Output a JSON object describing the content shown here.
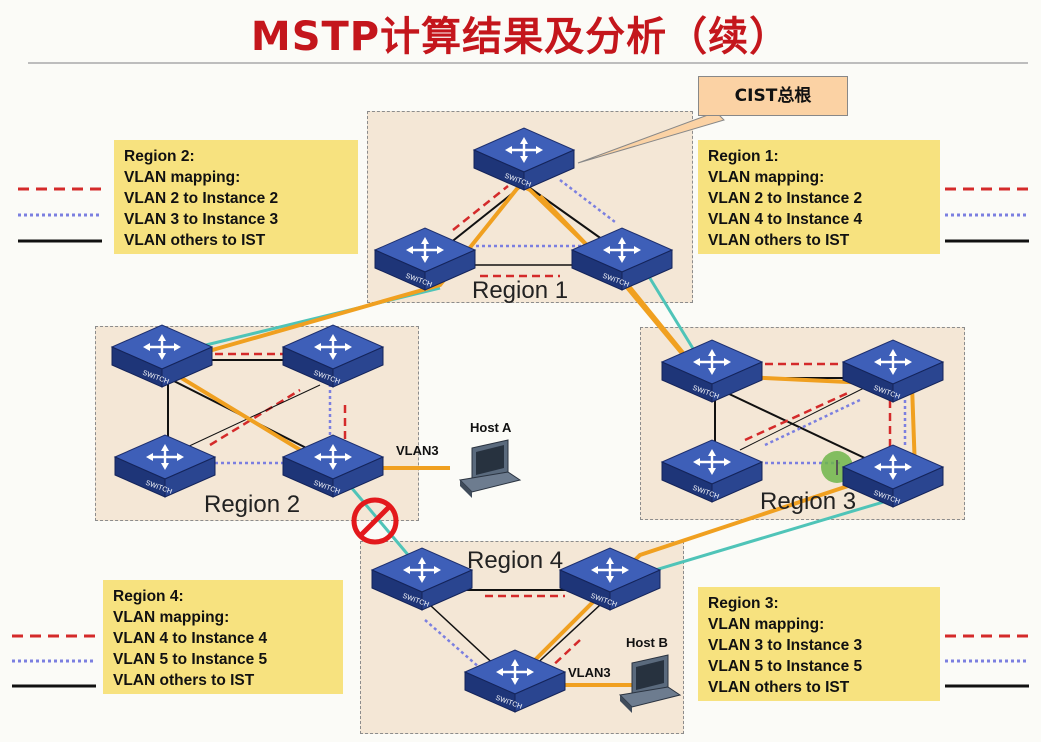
{
  "title": "MSTP计算结果及分析（续）",
  "callout": "CIST总根",
  "regions": {
    "r1": "Region 1",
    "r2": "Region 2",
    "r3": "Region 3",
    "r4": "Region 4"
  },
  "info_boxes": {
    "region2": [
      "Region 2:",
      "VLAN mapping:",
      "VLAN 2 to Instance 2",
      "VLAN 3 to Instance 3",
      "VLAN others to IST"
    ],
    "region1": [
      "Region 1:",
      "VLAN mapping:",
      "VLAN 2 to Instance 2",
      "VLAN 4 to Instance 4",
      "VLAN others to IST"
    ],
    "region4": [
      "Region 4:",
      "VLAN mapping:",
      "VLAN 4 to Instance 4",
      "VLAN 5 to Instance 5",
      "VLAN others to IST"
    ],
    "region3": [
      "Region 3:",
      "VLAN mapping:",
      "VLAN 3 to Instance 3",
      "VLAN 5 to Instance 5",
      "VLAN others to IST"
    ]
  },
  "hosts": {
    "a": "Host A",
    "b": "Host B"
  },
  "vlan_labels": {
    "a": "VLAN3",
    "b": "VLAN3"
  },
  "switch_label": "SWITCH",
  "colors": {
    "title": "#c4161c",
    "instance_red": "#d42a2a",
    "instance_blue": "#7b7fe0",
    "ist_black": "#111111",
    "cist_path": "#f0a020",
    "inter_region_link": "#4fc4b8",
    "info_bg": "#f7e27f",
    "region_bg": "#f4e7d6"
  }
}
